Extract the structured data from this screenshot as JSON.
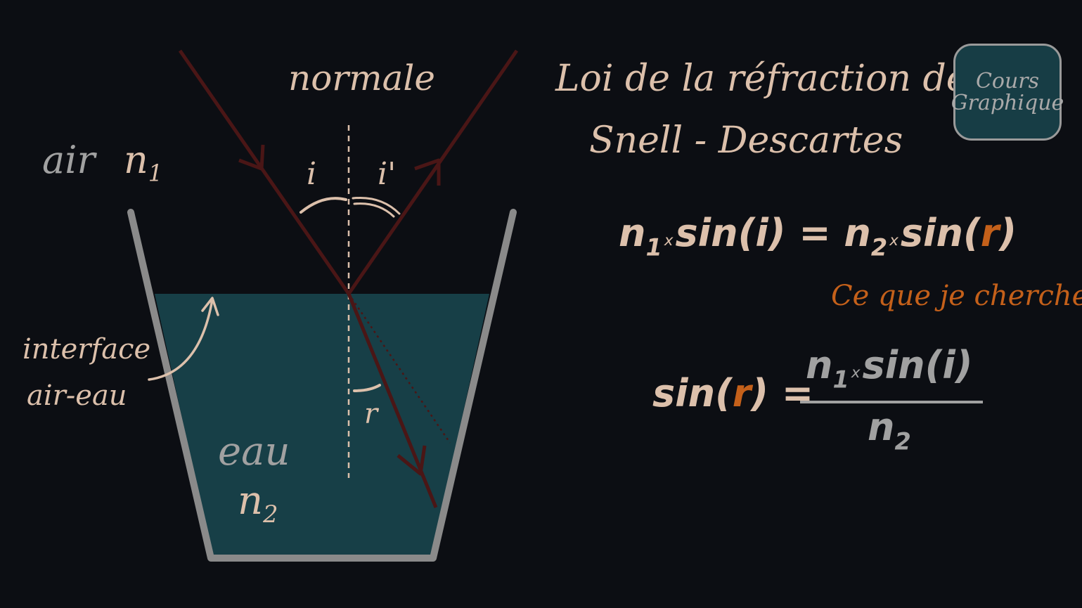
{
  "title": {
    "line1": "Loi de la réfraction de",
    "line2": "Snell - Descartes"
  },
  "logo": {
    "line1": "Cours",
    "line2": "Graphique"
  },
  "diagram": {
    "normal_label": "normale",
    "air_label": "air",
    "n1_symbol": "n",
    "n1_sub": "1",
    "angle_incidence": "i",
    "angle_reflection": "i'",
    "angle_refraction": "r",
    "water_label": "eau",
    "n2_symbol": "n",
    "n2_sub": "2",
    "interface_line1": "interface",
    "interface_line2": "air-eau"
  },
  "equation1": {
    "n": "n",
    "sub1": "1",
    "times": "x",
    "sin_open": "sin(",
    "arg_i": "i",
    "close": ")",
    "equals": " = ",
    "sub2": "2",
    "arg_r": "r"
  },
  "note": "Ce que je cherche",
  "equation2": {
    "sin_open": "sin(",
    "arg_r": "r",
    "close": ")",
    "equals": " = ",
    "num_n": "n",
    "num_sub": "1",
    "num_times": "x",
    "num_sin": "sin(",
    "num_arg": "i",
    "num_close": ")",
    "den_n": "n",
    "den_sub": "2"
  },
  "colors": {
    "background": "#0c0e13",
    "text_beige": "#dcc0ab",
    "text_grey": "#a1a1a1",
    "accent_orange": "#c4601a",
    "water": "#173f47",
    "glass": "#8a8a8a",
    "ray": "#4a1616"
  }
}
